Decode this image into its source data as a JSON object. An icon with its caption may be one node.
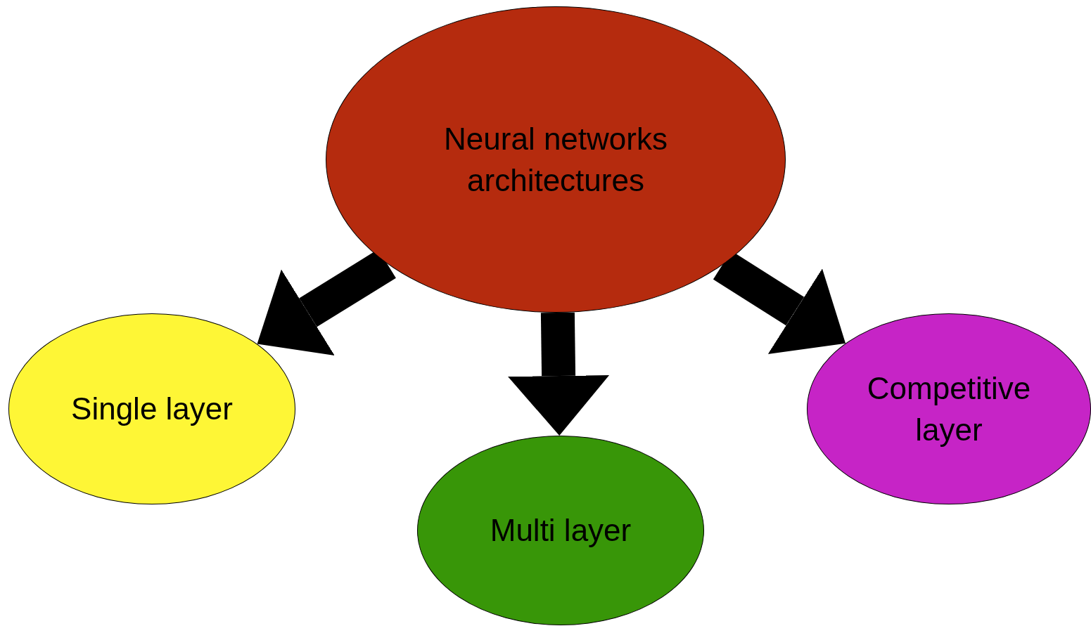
{
  "diagram": {
    "nodes": [
      {
        "text": [
          "Neural networks architectures"
        ]
      },
      {
        "text": [
          "Single layer"
        ]
      },
      {
        "text": [
          "Multi layer"
        ]
      },
      {
        "text": [
          "Competitive layer"
        ]
      }
    ],
    "edges": [
      {
        "from": 0,
        "to": 1,
        "arrow": "to"
      },
      {
        "from": 0,
        "to": 2,
        "arrow": "to"
      },
      {
        "from": 0,
        "to": 3,
        "arrow": "to"
      }
    ]
  }
}
